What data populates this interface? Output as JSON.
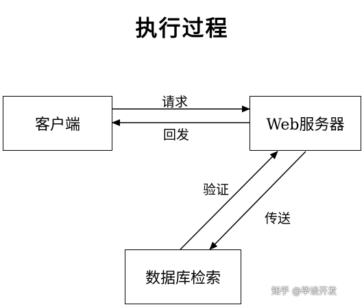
{
  "title": "执行过程",
  "nodes": {
    "client": "客户端",
    "server": "Web服务器",
    "database": "数据库检索"
  },
  "edges": {
    "request": "请求",
    "response": "回发",
    "verify": "验证",
    "transfer": "传送"
  },
  "watermark": "知乎 @毕设开发"
}
